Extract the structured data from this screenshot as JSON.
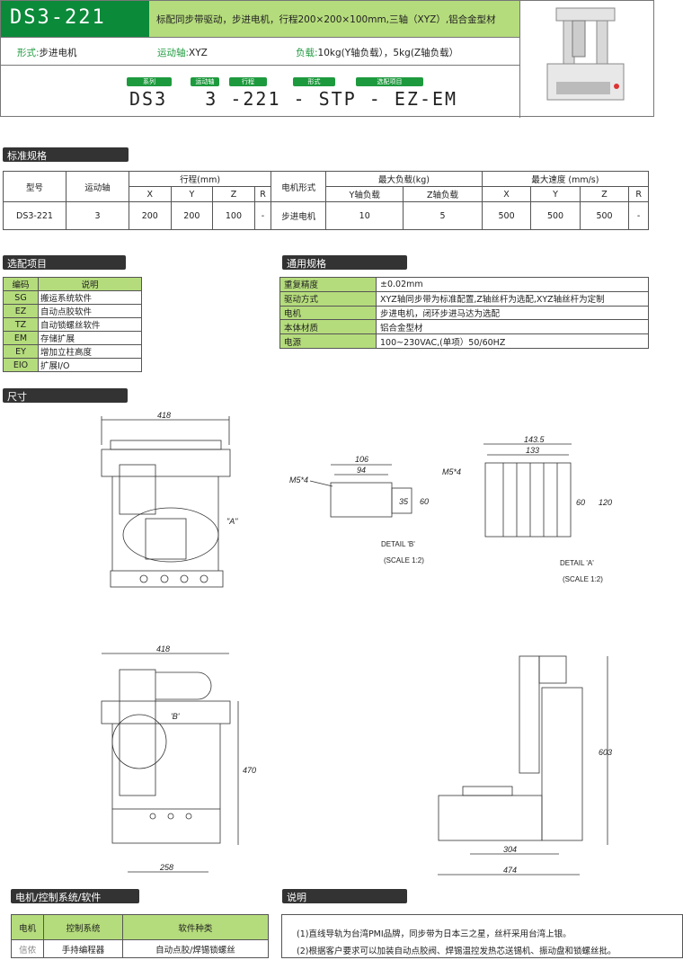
{
  "header": {
    "title": "DS3-221",
    "description": "标配同步带驱动，步进电机，行程200×200×100mm,三轴（XYZ）,铝合金型材",
    "form_label": "形式:",
    "form_value": "步进电机",
    "axis_label": "运动轴:",
    "axis_value": "XYZ",
    "load_label": "负载:",
    "load_value": "10kg(Y轴负载），5kg(Z轴负载）",
    "tags": [
      "系列",
      "运动轴",
      "行程",
      "形式",
      "选配项目"
    ],
    "model_code": "DS3   3 -221 - STP - EZ-EM"
  },
  "standard": {
    "section": "标准规格",
    "h_model": "型号",
    "h_axis": "运动轴",
    "h_stroke": "行程(mm)",
    "h_motor": "电机形式",
    "h_load": "最大负载(kg)",
    "h_speed": "最大速度 (mm/s)",
    "sub": [
      "X",
      "Y",
      "Z",
      "R",
      "Y轴负载",
      "Z轴负载",
      "X",
      "Y",
      "Z",
      "R"
    ],
    "row": [
      "DS3-221",
      "3",
      "200",
      "200",
      "100",
      "-",
      "步进电机",
      "10",
      "5",
      "500",
      "500",
      "500",
      "-"
    ]
  },
  "options": {
    "section": "选配项目",
    "h_code": "编码",
    "h_desc": "说明",
    "rows": [
      [
        "SG",
        "搬运系统软件"
      ],
      [
        "EZ",
        "自动点胶软件"
      ],
      [
        "TZ",
        "自动锁螺丝软件"
      ],
      [
        "EM",
        "存储扩展"
      ],
      [
        "EY",
        "增加立柱高度"
      ],
      [
        "EIO",
        "扩展I/O"
      ]
    ]
  },
  "general": {
    "section": "通用规格",
    "rows": [
      [
        "重复精度",
        "±0.02mm"
      ],
      [
        "驱动方式",
        "XYZ轴同步带为标准配置,Z轴丝杆为选配,XYZ轴丝杆为定制"
      ],
      [
        "电机",
        "步进电机，闭环步进马达为选配"
      ],
      [
        "本体材质",
        "铝合金型材"
      ],
      [
        "电源",
        "100~230VAC,(单项）50/60HZ"
      ]
    ]
  },
  "dims": {
    "section": "尺寸",
    "front_width": "418",
    "front_callout": "\"A\"",
    "b_outer": "106",
    "b_inner": "94",
    "b_screw": "M5*4",
    "b_h1": "35",
    "b_h2": "60",
    "b_detail": "DETAIL 'B'",
    "b_scale": "(SCALE 1:2)",
    "a_outer": "143.5",
    "a_inner": "133",
    "a_screw": "M5*4",
    "a_h1": "60",
    "a_h2": "120",
    "a_detail": "DETAIL 'A'",
    "a_scale": "(SCALE 1:2)",
    "top_width": "418",
    "top_height": "470",
    "top_base": "258",
    "top_callout": "'B'",
    "side_height": "603",
    "side_base": "304",
    "side_width": "474"
  },
  "control": {
    "section": "电机/控制系统/软件",
    "headers": [
      "电机",
      "控制系统",
      "软件种类"
    ],
    "row": [
      "信侬",
      "手持编程器",
      "自动点胶/焊锡锁螺丝"
    ]
  },
  "notes": {
    "section": "说明",
    "lines": [
      "(1)直线导轨为台湾PMI品牌，同步带为日本三之星，丝杆采用台湾上银。",
      "(2)根据客户要求可以加装自动点胶阀、焊锡温控发热芯送锡机、振动盘和锁螺丝批。"
    ]
  }
}
